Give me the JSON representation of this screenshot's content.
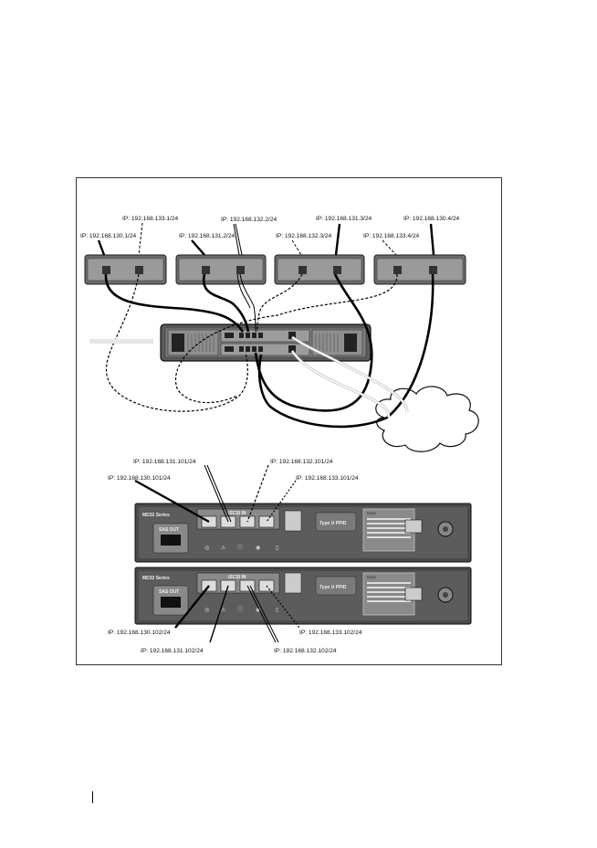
{
  "hosts": [
    {
      "ip_top": "IP: 192.168.133.1/24",
      "ip_left": "IP: 192.168.130.1/24"
    },
    {
      "ip_top": "IP: 192.168.132.2/24",
      "ip_left": "IP: 192.168.131.2/24"
    },
    {
      "ip_top": "IP: 192.168.131.3/24",
      "ip_left": "IP: 192.168.132.3/24"
    },
    {
      "ip_top": "IP: 192.168.130.4/24",
      "ip_left": "IP: 192.168.133.4/24"
    }
  ],
  "controller0": {
    "ports": [
      "IP: 192.168.130.101/24",
      "IP: 192.168.131.101/24",
      "IP: 192.168.132.101/24",
      "IP: 192.168.133.101/24"
    ]
  },
  "controller1": {
    "ports": [
      "IP: 192.168.130.102/24",
      "IP: 192.168.131.102/24",
      "IP: 192.168.132.102/24",
      "IP: 192.168.133.102/24"
    ]
  },
  "module": {
    "series": "MD32 Series",
    "sas_out": "SAS OUT",
    "iscsi_in": "iSCSI IN",
    "mgmt": "MGMT",
    "type_label": "Type U PPID"
  }
}
